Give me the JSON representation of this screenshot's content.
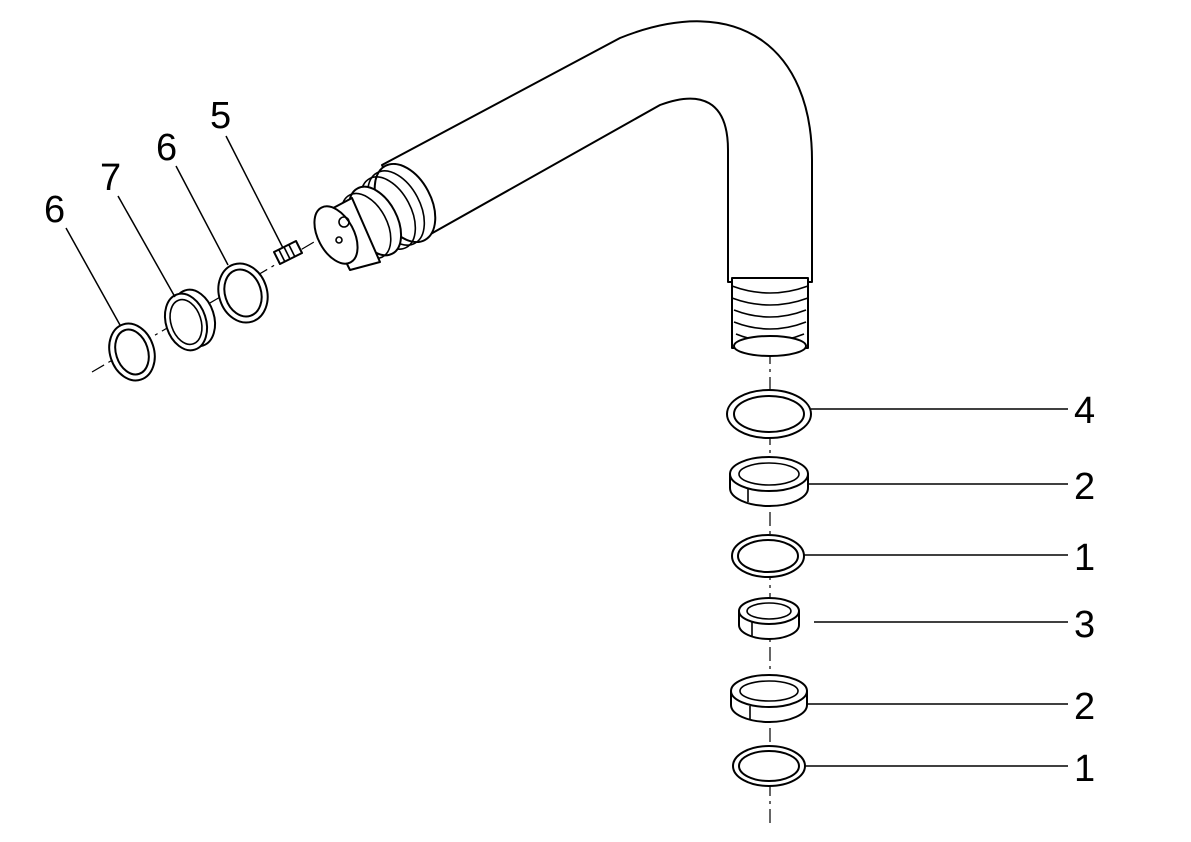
{
  "callouts": [
    {
      "id": "c-6a",
      "label": "6"
    },
    {
      "id": "c-7",
      "label": "7"
    },
    {
      "id": "c-6b",
      "label": "6"
    },
    {
      "id": "c-5",
      "label": "5"
    },
    {
      "id": "c-4",
      "label": "4"
    },
    {
      "id": "c-2a",
      "label": "2"
    },
    {
      "id": "c-1a",
      "label": "1"
    },
    {
      "id": "c-3",
      "label": "3"
    },
    {
      "id": "c-2b",
      "label": "2"
    },
    {
      "id": "c-1b",
      "label": "1"
    }
  ]
}
